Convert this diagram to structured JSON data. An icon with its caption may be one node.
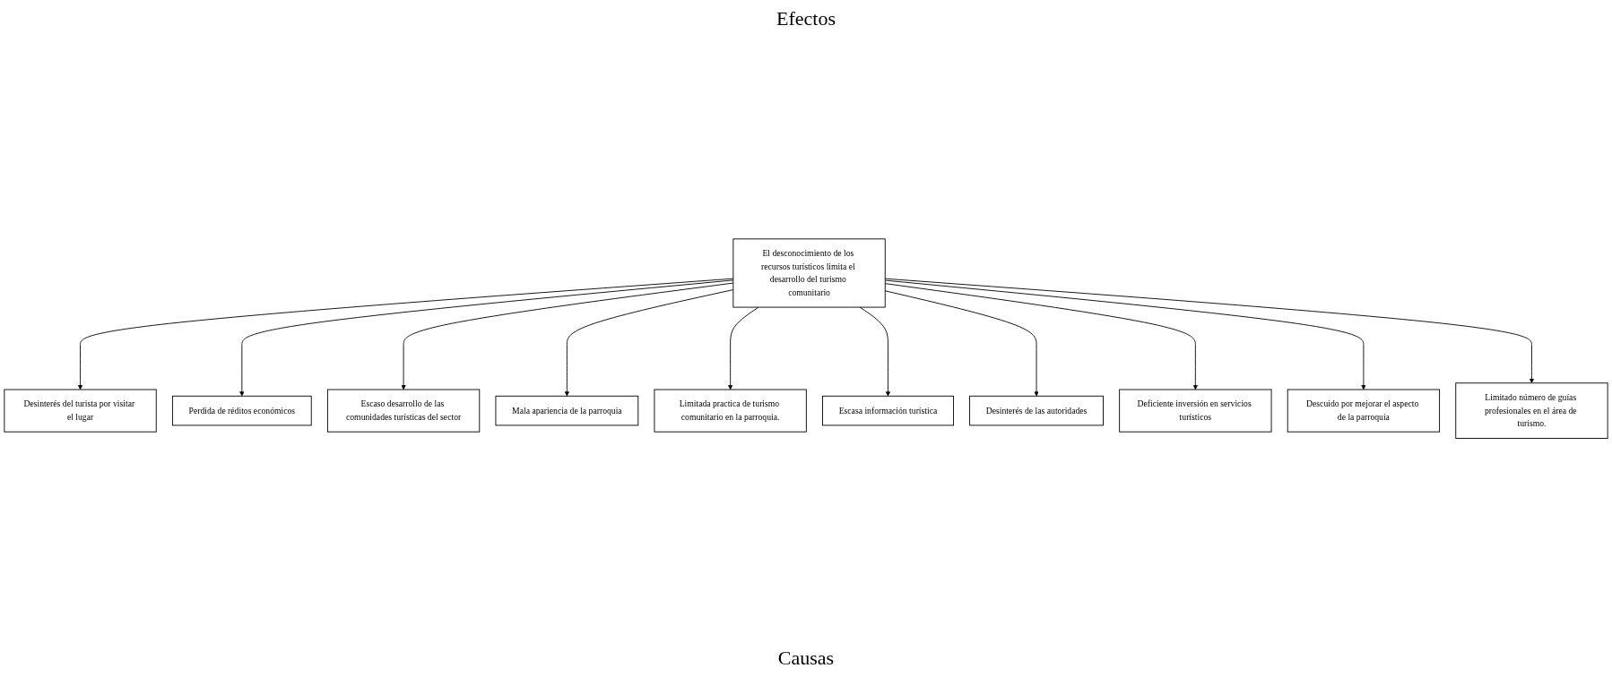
{
  "diagram": {
    "title": "Efectos",
    "caption": "Causas",
    "nodes": [
      {
        "text": [
          "Desinterés del turista por visitar el lugar"
        ]
      },
      {
        "text": [
          "Perdida de réditos económicos"
        ]
      },
      {
        "text": [
          "Escaso desarrollo de las comunidades turísticas del sector"
        ]
      },
      {
        "text": [
          "Mala apariencia de la parroquia"
        ]
      },
      {
        "text": [
          "Limitada practica de turismo comunitario en la parroquia."
        ]
      },
      {
        "text": [
          "El desconocimiento de los recursos turísticos limita el desarrollo del turismo comunitario"
        ]
      },
      {
        "text": [
          "Escasa información turística"
        ]
      },
      {
        "text": [
          "Desinterés de las autoridades"
        ]
      },
      {
        "text": [
          "Deficiente inversión en servicios turísticos"
        ]
      },
      {
        "text": [
          "Descuido por mejorar el aspecto de la parroquia"
        ]
      },
      {
        "text": [
          "Limitado número de guías profesionales en el área de turismo."
        ]
      }
    ],
    "edges": [
      {
        "from": 5,
        "to": 0,
        "arrow": "to"
      },
      {
        "from": 5,
        "to": 1,
        "arrow": "to"
      },
      {
        "from": 5,
        "to": 2,
        "arrow": "to"
      },
      {
        "from": 5,
        "to": 3,
        "arrow": "to"
      },
      {
        "from": 5,
        "to": 4,
        "arrow": "to"
      },
      {
        "from": 5,
        "to": 6,
        "arrow": "to"
      },
      {
        "from": 5,
        "to": 7,
        "arrow": "to"
      },
      {
        "from": 5,
        "to": 8,
        "arrow": "to"
      },
      {
        "from": 5,
        "to": 9,
        "arrow": "to"
      },
      {
        "from": 5,
        "to": 10,
        "arrow": "to"
      }
    ]
  }
}
